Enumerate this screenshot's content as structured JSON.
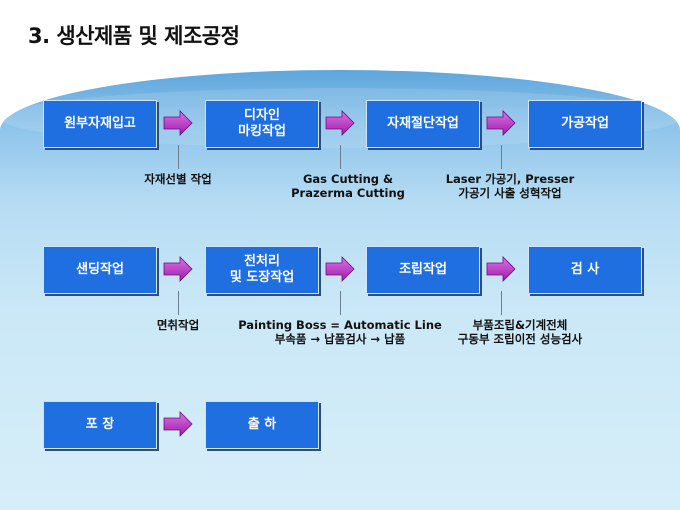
{
  "title": "3. 생산제품 및 제조공정",
  "colors": {
    "box": "#1f6fe0",
    "arrow": "#c03cc8"
  },
  "rows": [
    {
      "steps": [
        "원부자재입고",
        "디자인\n마킹작업",
        "자재절단작업",
        "가공작업"
      ],
      "notes": [
        "자재선별 작업",
        "Gas Cutting &\nPrazerma Cutting",
        "Laser 가공기, Presser\n가공기 사출 성혁작업"
      ]
    },
    {
      "steps": [
        "샌딩작업",
        "전처리\n및 도장작업",
        "조립작업",
        "검  사"
      ],
      "notes": [
        "면취작업",
        "Painting Boss = Automatic Line\n부속품 → 납품검사 → 납품",
        "부품조립&기계전체\n구동부 조립이전 성능검사"
      ]
    },
    {
      "steps": [
        "포  장",
        "출    하"
      ],
      "notes": []
    }
  ]
}
